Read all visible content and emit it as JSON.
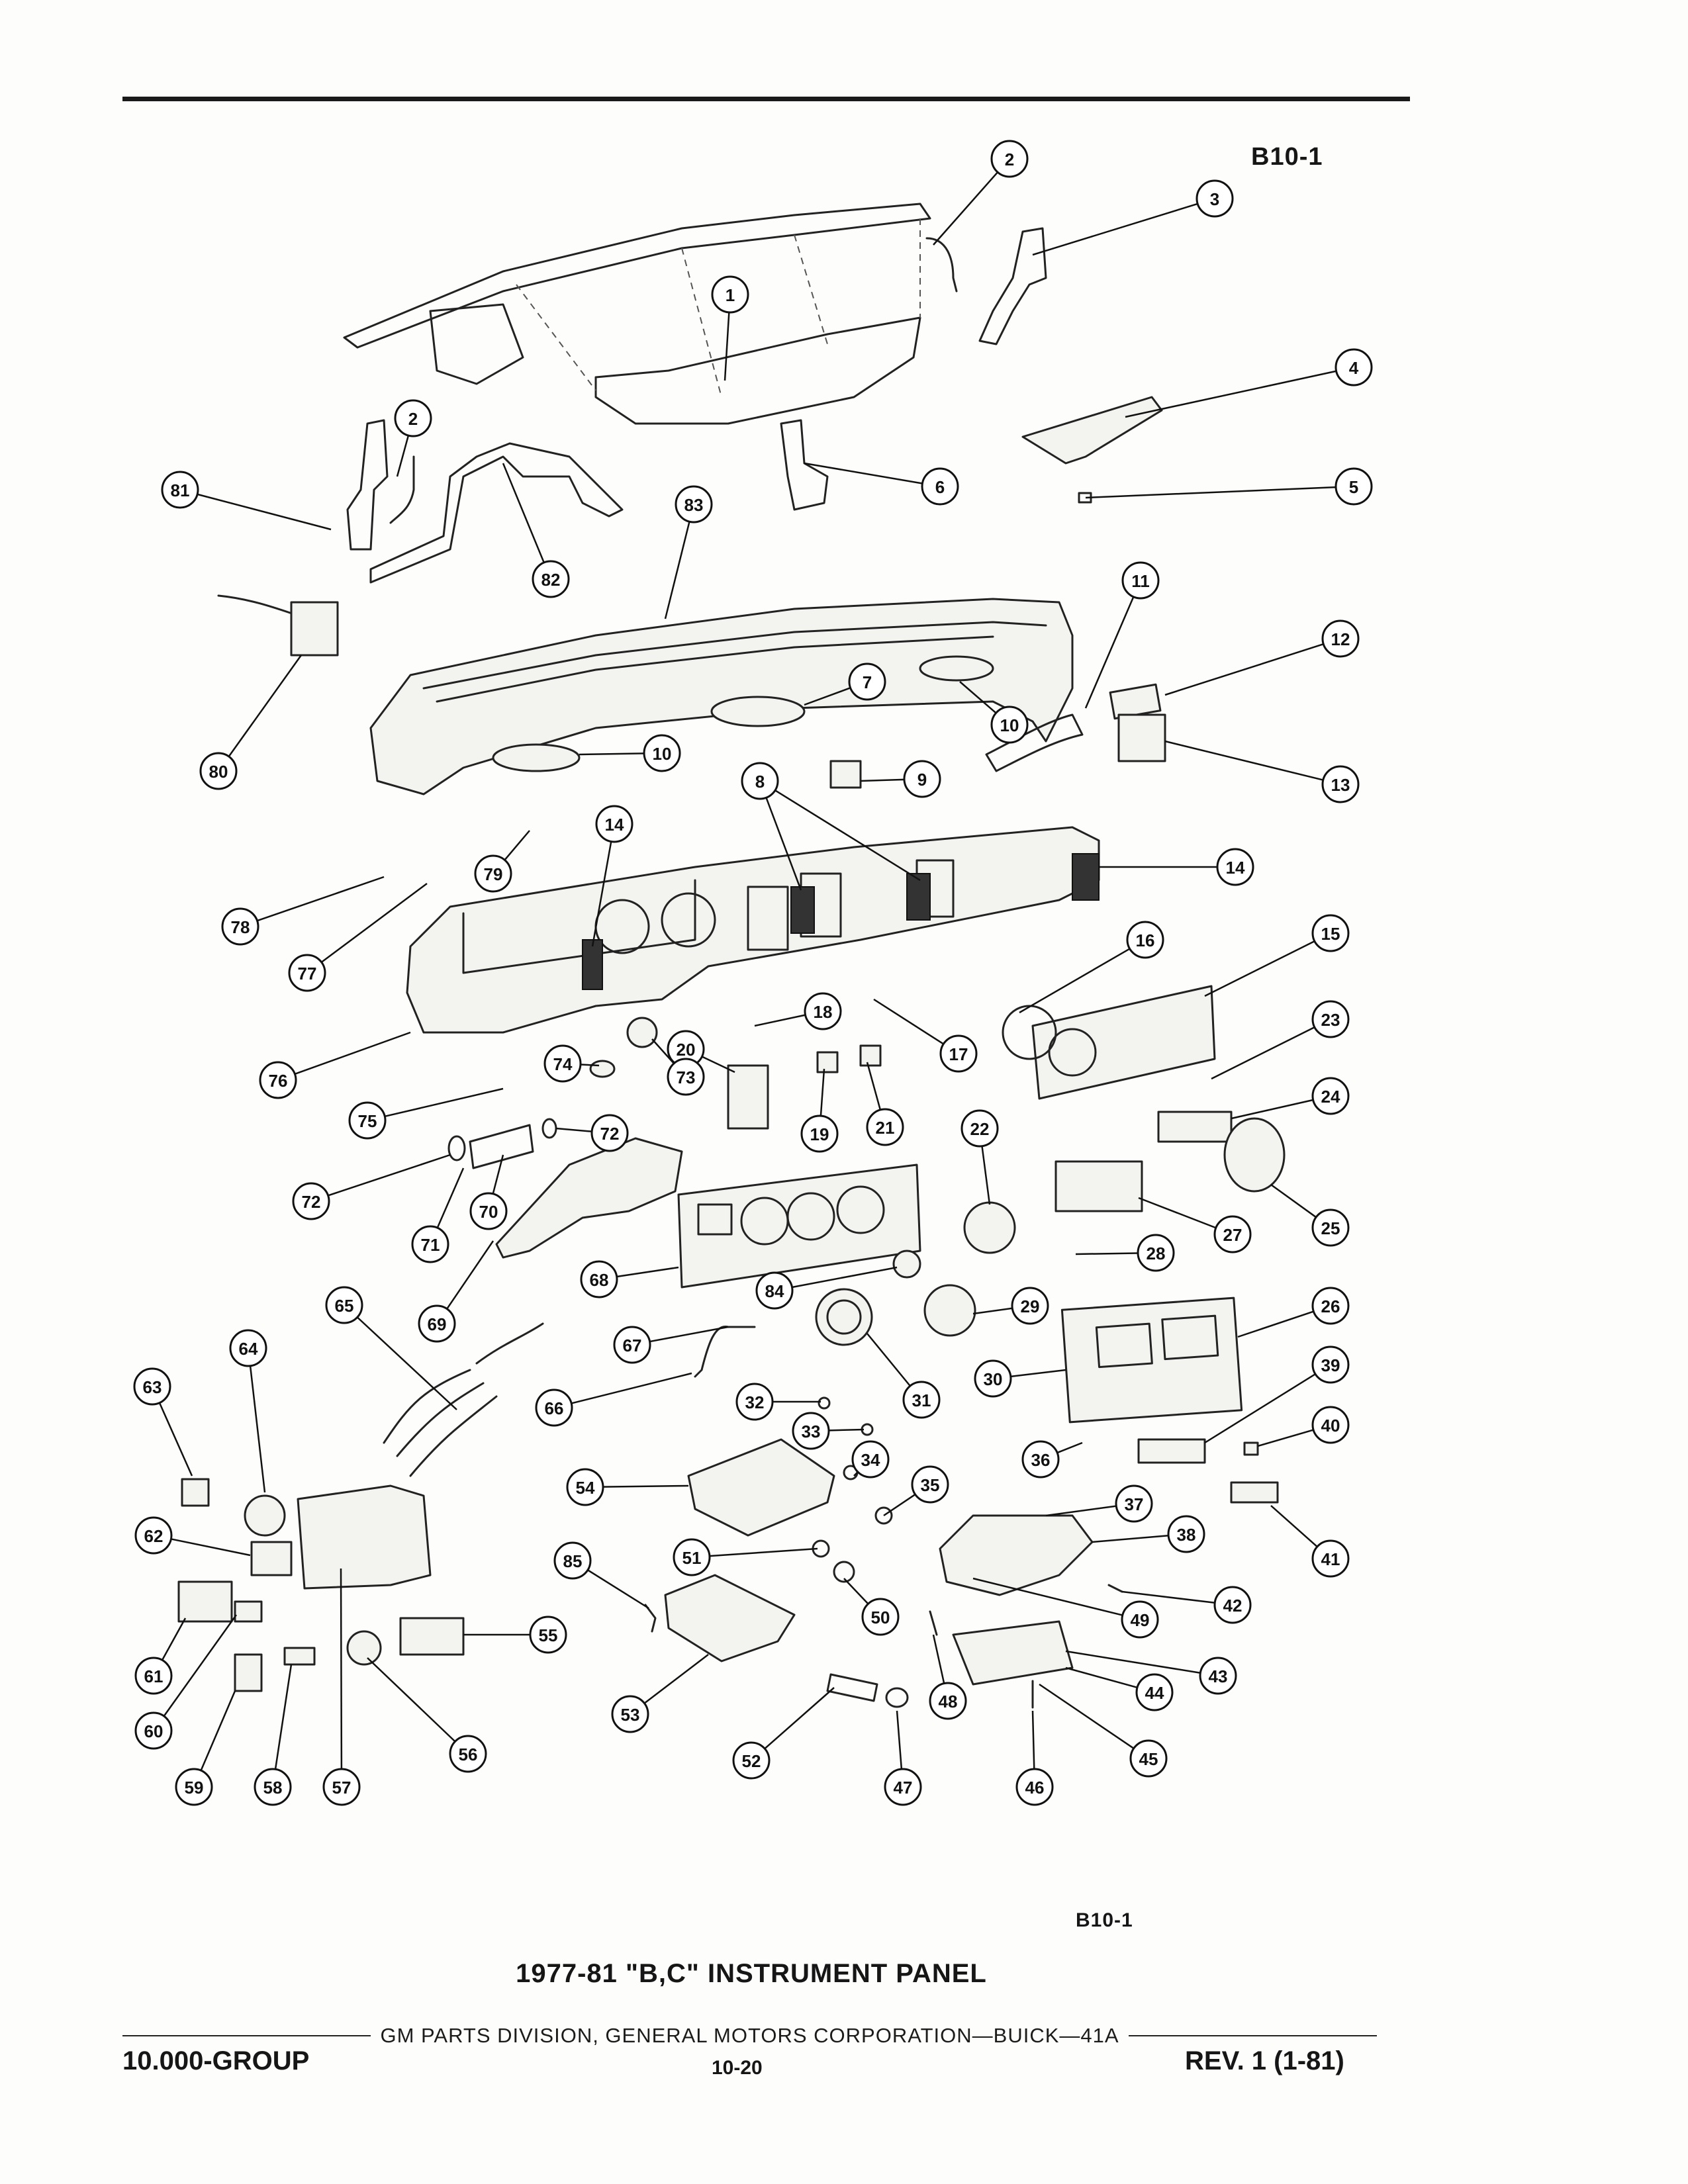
{
  "diagram_code_top": "B10-1",
  "diagram_code_bottom": "B10-1",
  "figure_title": "1977-81 \"B,C\" INSTRUMENT PANEL",
  "footer": {
    "publisher": "GM PARTS DIVISION, GENERAL MOTORS CORPORATION—BUICK—41A",
    "group": "10.000-GROUP",
    "page_number": "10-20",
    "revision": "REV. 1 (1-81)"
  },
  "callouts": [
    {
      "label": "1"
    },
    {
      "label": "2"
    },
    {
      "label": "3"
    },
    {
      "label": "2"
    },
    {
      "label": "4"
    },
    {
      "label": "81"
    },
    {
      "label": "6"
    },
    {
      "label": "5"
    },
    {
      "label": "83"
    },
    {
      "label": "82"
    },
    {
      "label": "11"
    },
    {
      "label": "12"
    },
    {
      "label": "7"
    },
    {
      "label": "80"
    },
    {
      "label": "10"
    },
    {
      "label": "10"
    },
    {
      "label": "13"
    },
    {
      "label": "8"
    },
    {
      "label": "9"
    },
    {
      "label": "14"
    },
    {
      "label": "79"
    },
    {
      "label": "14"
    },
    {
      "label": "78"
    },
    {
      "label": "16"
    },
    {
      "label": "15"
    },
    {
      "label": "77"
    },
    {
      "label": "18"
    },
    {
      "label": "23"
    },
    {
      "label": "74"
    },
    {
      "label": "20"
    },
    {
      "label": "76"
    },
    {
      "label": "17"
    },
    {
      "label": "24"
    },
    {
      "label": "75"
    },
    {
      "label": "73"
    },
    {
      "label": "19"
    },
    {
      "label": "21"
    },
    {
      "label": "72"
    },
    {
      "label": "22"
    },
    {
      "label": "72"
    },
    {
      "label": "25"
    },
    {
      "label": "70"
    },
    {
      "label": "27"
    },
    {
      "label": "71"
    },
    {
      "label": "68"
    },
    {
      "label": "28"
    },
    {
      "label": "84"
    },
    {
      "label": "65"
    },
    {
      "label": "29"
    },
    {
      "label": "26"
    },
    {
      "label": "69"
    },
    {
      "label": "64"
    },
    {
      "label": "67"
    },
    {
      "label": "63"
    },
    {
      "label": "31"
    },
    {
      "label": "30"
    },
    {
      "label": "39"
    },
    {
      "label": "66"
    },
    {
      "label": "32"
    },
    {
      "label": "33"
    },
    {
      "label": "40"
    },
    {
      "label": "34"
    },
    {
      "label": "36"
    },
    {
      "label": "54"
    },
    {
      "label": "35"
    },
    {
      "label": "37"
    },
    {
      "label": "62"
    },
    {
      "label": "38"
    },
    {
      "label": "41"
    },
    {
      "label": "51"
    },
    {
      "label": "85"
    },
    {
      "label": "42"
    },
    {
      "label": "50"
    },
    {
      "label": "49"
    },
    {
      "label": "55"
    },
    {
      "label": "61"
    },
    {
      "label": "43"
    },
    {
      "label": "44"
    },
    {
      "label": "48"
    },
    {
      "label": "60"
    },
    {
      "label": "53"
    },
    {
      "label": "45"
    },
    {
      "label": "56"
    },
    {
      "label": "52"
    },
    {
      "label": "47"
    },
    {
      "label": "46"
    },
    {
      "label": "59"
    },
    {
      "label": "58"
    },
    {
      "label": "57"
    }
  ]
}
